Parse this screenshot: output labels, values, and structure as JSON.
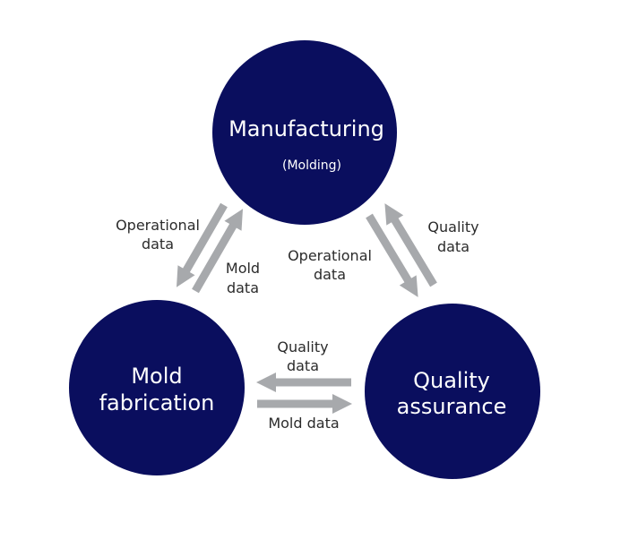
{
  "colors": {
    "circle_fill": "#0a0e5e",
    "arrow_fill": "#a7a9ac",
    "text_white": "#ffffff",
    "text_dark": "#2b2b2b",
    "background": "#ffffff"
  },
  "nodes": {
    "manufacturing": {
      "title": "Manufacturing",
      "subtitle": "(Molding)"
    },
    "mold_fabrication": {
      "line1": "Mold",
      "line2": "fabrication"
    },
    "quality_assurance": {
      "line1": "Quality",
      "line2": "assurance"
    }
  },
  "flows": {
    "mfg_to_mold": {
      "line1": "Operational",
      "line2": "data"
    },
    "mold_to_mfg": {
      "line1": "Mold",
      "line2": "data"
    },
    "mfg_to_qa": {
      "line1": "Operational",
      "line2": "data"
    },
    "qa_to_mfg": {
      "line1": "Quality",
      "line2": "data"
    },
    "qa_to_mold": {
      "line1": "Quality",
      "line2": "data"
    },
    "mold_to_qa": {
      "label": "Mold data"
    }
  }
}
